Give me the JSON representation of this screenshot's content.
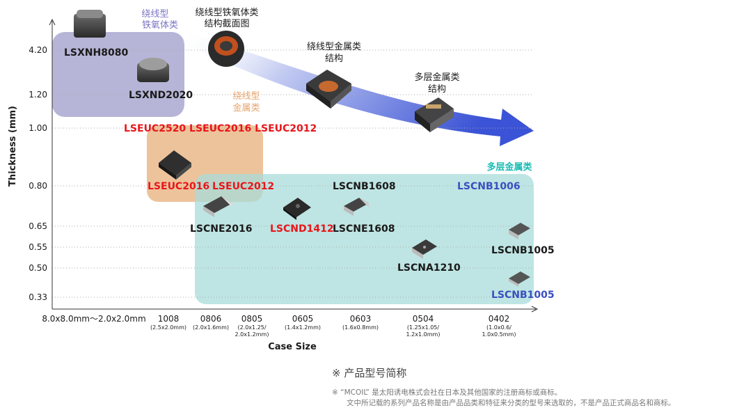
{
  "axes": {
    "y_label": "Thickness (mm)",
    "x_label": "Case Size",
    "y_ticks": [
      "4.20",
      "1.20",
      "1.00",
      "0.80",
      "0.65",
      "0.55",
      "0.50",
      "0.33"
    ],
    "x_ticks": [
      {
        "main": "8.0x8.0mm〜2.0x2.0mm",
        "sub1": "",
        "sub2": ""
      },
      {
        "main": "1008",
        "sub1": "(2.5x2.0mm)",
        "sub2": ""
      },
      {
        "main": "0806",
        "sub1": "(2.0x1.6mm)",
        "sub2": ""
      },
      {
        "main": "0805",
        "sub1": "(2.0x1.25/",
        "sub2": "2.0x1.2mm)"
      },
      {
        "main": "0605",
        "sub1": "(1.4x1.2mm)",
        "sub2": ""
      },
      {
        "main": "0603",
        "sub1": "(1.6x0.8mm)",
        "sub2": ""
      },
      {
        "main": "0504",
        "sub1": "(1.25x1.05/",
        "sub2": "1.2x1.0mm)"
      },
      {
        "main": "0402",
        "sub1": "(1.0x0.6/",
        "sub2": "1.0x0.5mm)"
      }
    ]
  },
  "regions": {
    "wire_ferrite": {
      "line1": "绕线型",
      "line2": "铁氧体类"
    },
    "wire_metal": {
      "line1": "绕线型",
      "line2": "金属类"
    },
    "multilayer": {
      "label": "多层金属类"
    }
  },
  "structures": [
    {
      "line1": "绕线型铁氧体类",
      "line2": "结构截面图"
    },
    {
      "line1": "绕线型金属类",
      "line2": "结构"
    },
    {
      "line1": "多层金属类",
      "line2": "结构"
    }
  ],
  "products": {
    "lsxnh8080": "LSXNH8080",
    "lsxnd2020": "LSXND2020",
    "lseuc_top": "LSEUC2520 LSEUC2016 LSEUC2012",
    "lseuc2016": "LSEUC2016",
    "lseuc2012": "LSEUC2012",
    "lscnb1608": "LSCNB1608",
    "lscnb1006": "LSCNB1006",
    "lscne2016": "LSCNE2016",
    "lscnd1412": "LSCND1412",
    "lscne1608": "LSCNE1608",
    "lscnb1005": "LSCNB1005",
    "lscna1210": "LSCNA1210",
    "lscnb1005_blue": "LSCNB1005"
  },
  "notes": {
    "abbrev": "※  产品型号简称",
    "line1": "※ “MCOIL” 是太阳诱电株式会社在日本及其他国家的注册商标或商标。",
    "line2": "文中所记载的系列产品名称是由产品品类和特征来分类的型号来选取的，不是产品正式商品名和商标。"
  },
  "colors": {
    "purple_region": "#9e9cc9",
    "orange_region": "#eab98a",
    "teal_region": "#a8dcd9",
    "arrow": "#3b53d6",
    "red_text": "#e8161b",
    "blue_text": "#3b4fc0",
    "teal_text": "#1abcb3"
  }
}
